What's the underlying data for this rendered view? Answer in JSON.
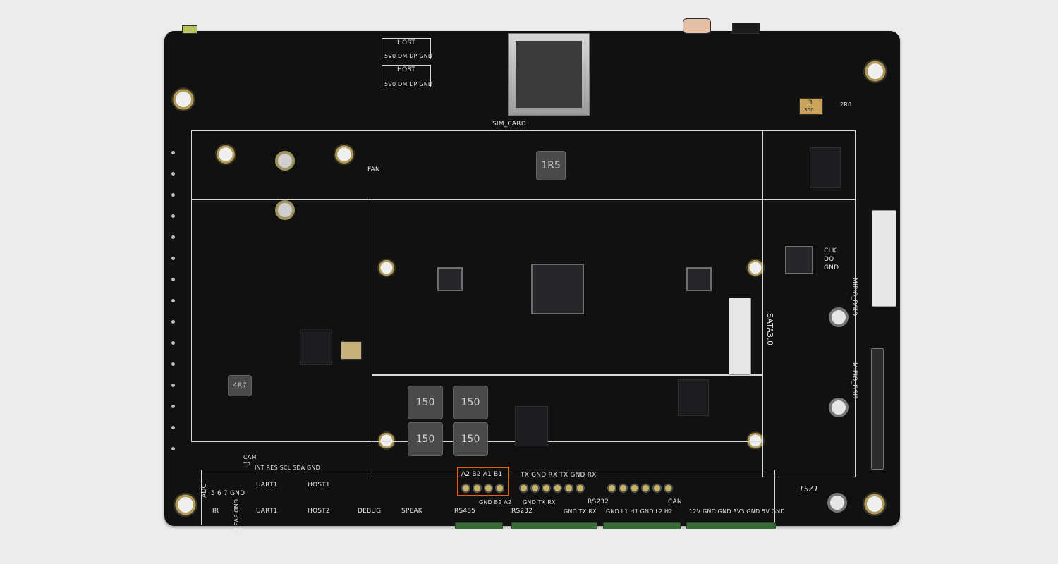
{
  "photo": {
    "description_labels": {
      "host_top": "HOST",
      "host_top_pins": "5V0 DM DP GND",
      "host_bottom": "HOST",
      "host_bottom_pins": "5V0 DM DP GND",
      "sim_card": "SIM_CARD",
      "fan": "FAN",
      "inductor_1r5": "1R5",
      "sata": "SATA3.0",
      "mipi_dsi0": "MIPIO_DSIO",
      "mipi_dsi1": "MIPIO_DSI1",
      "clk": "CLK",
      "do": "DO",
      "gnd_side": "GND",
      "ind_150": "150",
      "ind_4r7": "4R7",
      "marker_3": "3",
      "marker_300": "300",
      "marker_2r0": "2R0",
      "ic_label": "ISZ1",
      "highlight_header": "A2 B2 A1 B1",
      "rs232_top": "TX GND RX TX GND RX",
      "adc": "ADC",
      "adc_pins": "5  6  7 GND",
      "ir": "IR",
      "ir_pins": "GND  3V3  IR",
      "uart1_top": "UART1",
      "uart1_bottom": "UART1",
      "host1": "HOST1",
      "host2": "HOST2",
      "debug": "DEBUG",
      "spk": "SPEAK",
      "rs485": "RS485",
      "rs485_pins": "GND B2 A2",
      "rs232_left": "RS232",
      "rs232_right": "RS232",
      "rs232_pins_left": "GND TX RX",
      "rs232_pins_right": "GND TX RX",
      "can": "CAN",
      "can_pins": "GND L1 H1 GND L2 H2",
      "power_pins": "12V GND GND 3V3 GND 5V GND",
      "i2c_pins": "INT RES SCL SDA GND",
      "cam": "CAM",
      "tp": "TP"
    },
    "colors": {
      "background": "#ececed",
      "pcb": "#111112",
      "silkscreen": "#d9d9d9",
      "highlight": "#e2601c"
    }
  }
}
